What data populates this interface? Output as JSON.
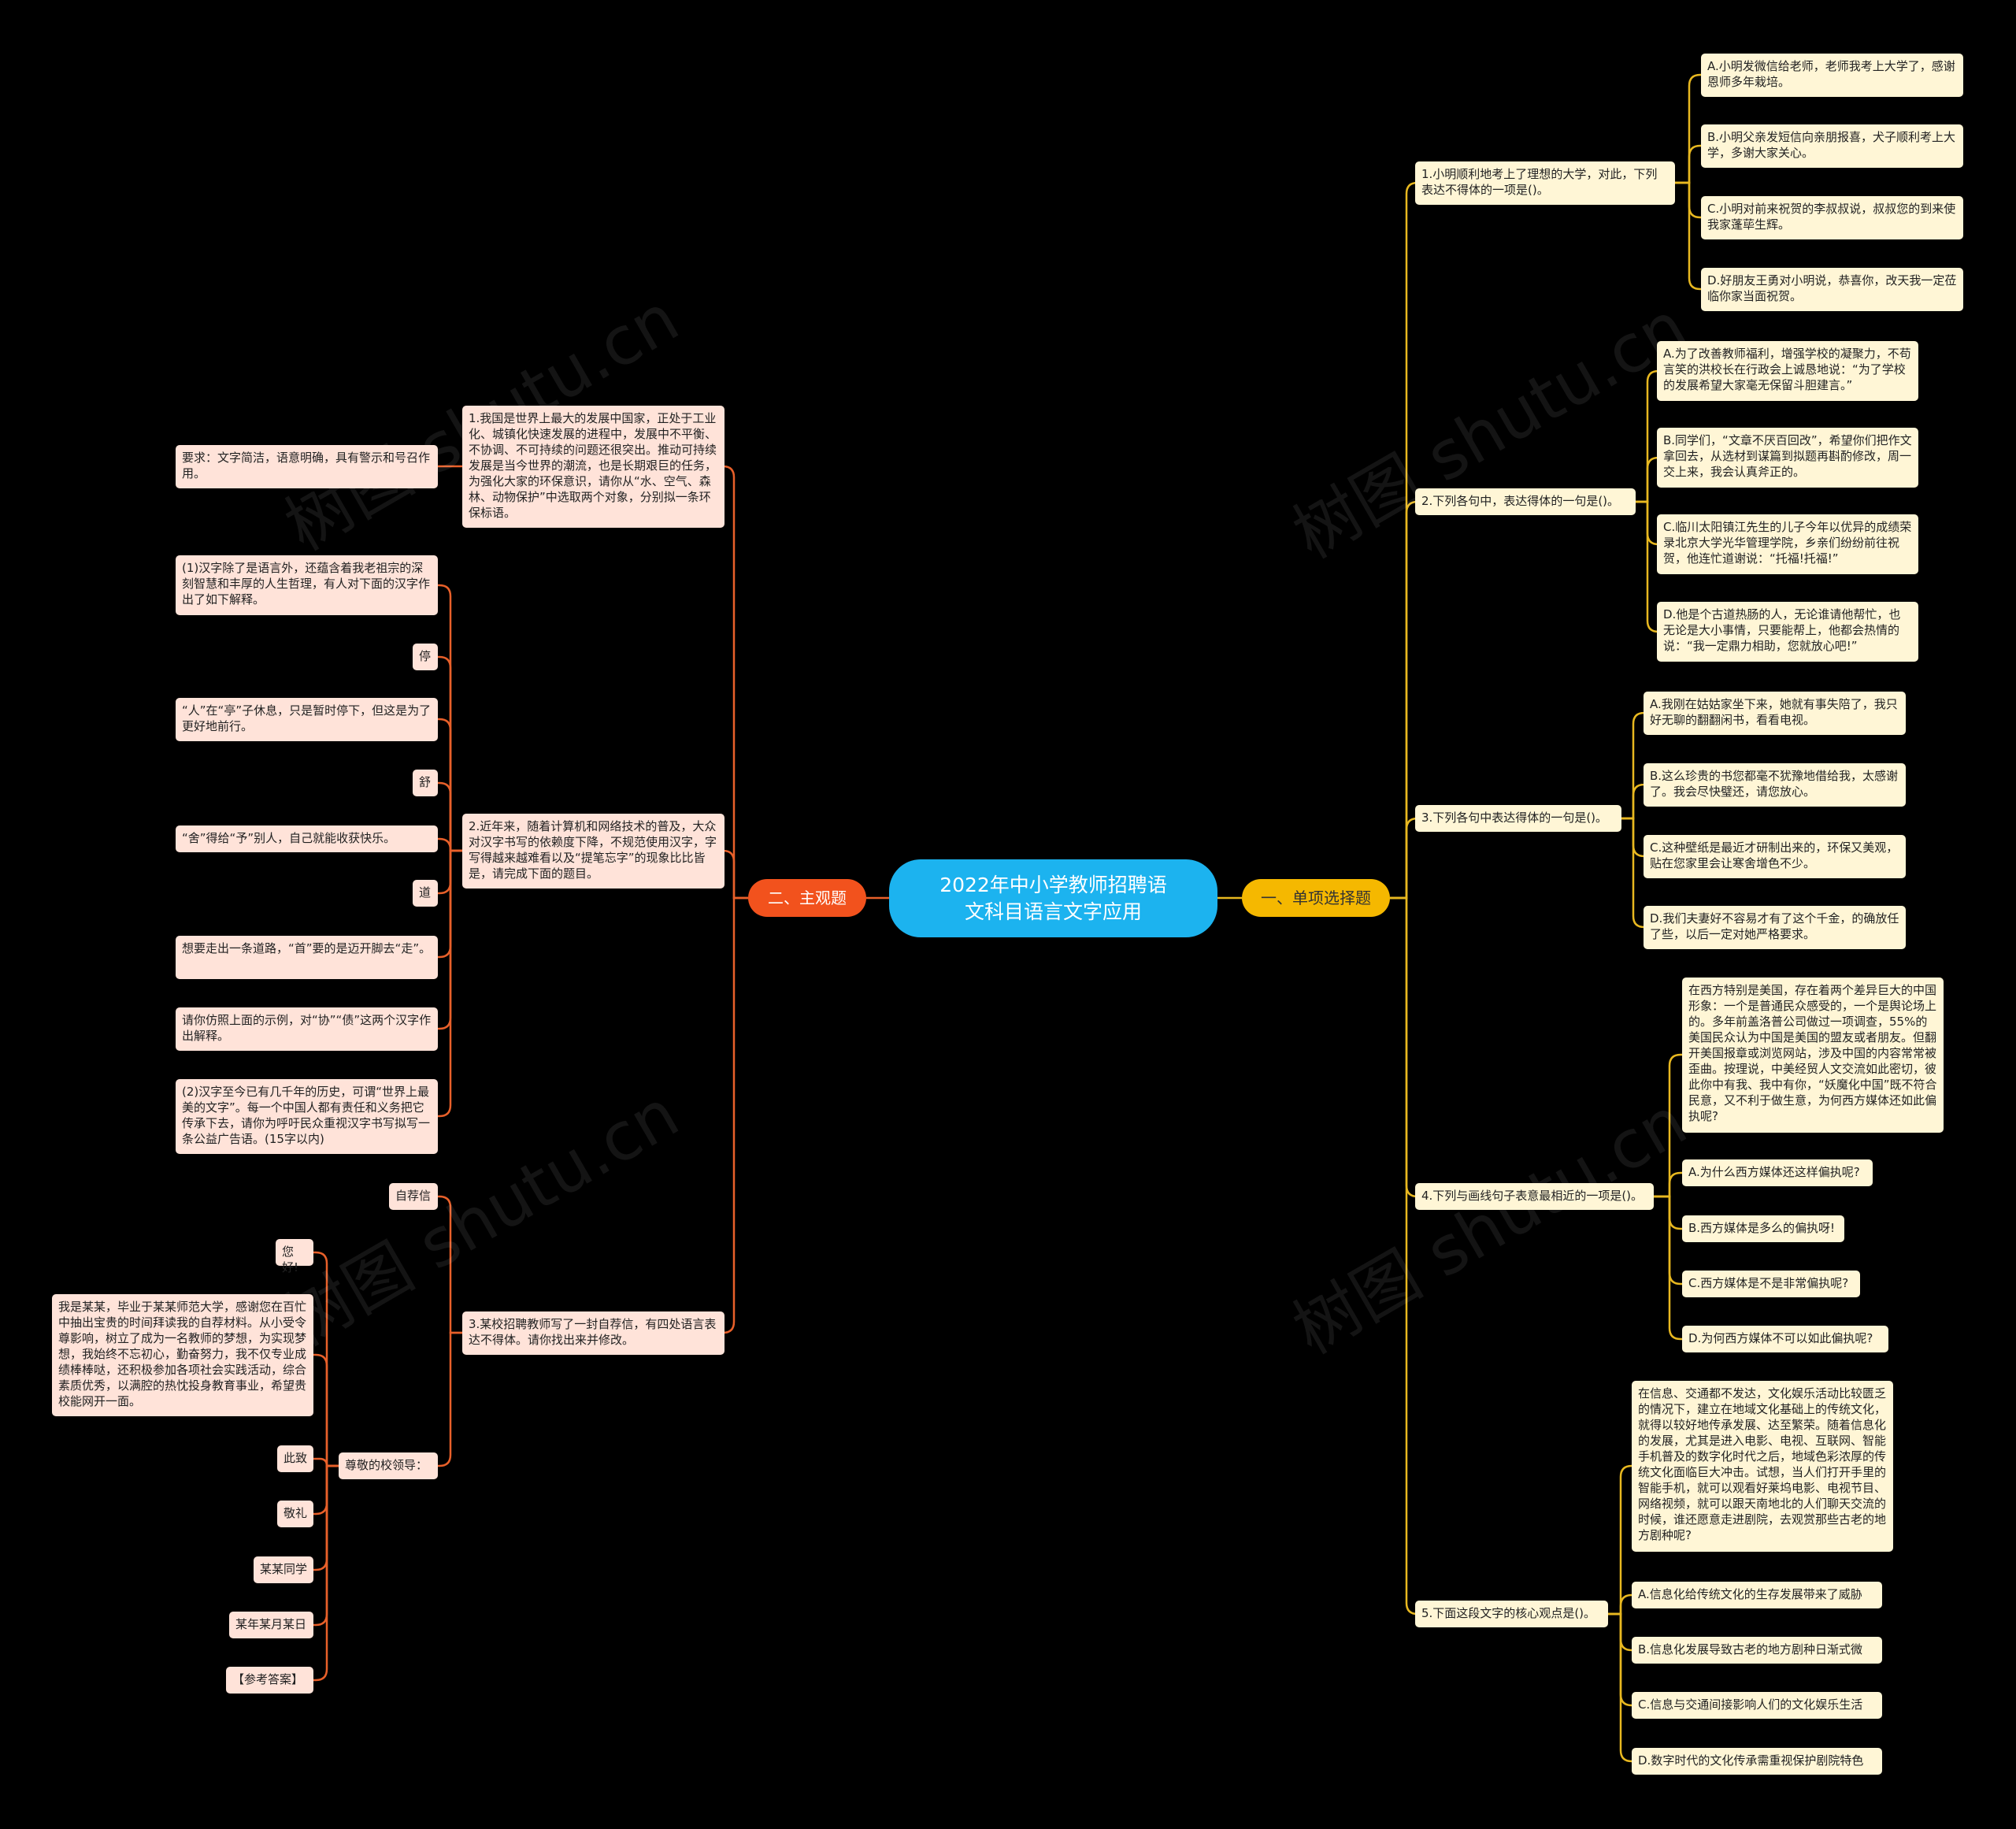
{
  "root": {
    "line1": "2022年中小学教师招聘语",
    "line2": "文科目语言文字应用"
  },
  "watermark": "树图 shutu.cn",
  "branches": {
    "left": "二、主观题",
    "right": "一、单项选择题"
  },
  "colors": {
    "root": "#1CB3EF",
    "left_branch": "#F2521D",
    "right_branch": "#F5B800",
    "left_link": "#E8602A",
    "right_link": "#E8B820",
    "left_node": "#FFE3D9",
    "right_node": "#FFF6D6"
  },
  "right": {
    "q1": {
      "text": "1.小明顺利地考上了理想的大学，对此，下列表达不得体的一项是()。",
      "options": [
        "A.小明发微信给老师，老师我考上大学了，感谢恩师多年栽培。",
        "B.小明父亲发短信向亲朋报喜，犬子顺利考上大学，多谢大家关心。",
        "C.小明对前来祝贺的李叔叔说，叔叔您的到来使我家蓬荜生辉。",
        "D.好朋友王勇对小明说，恭喜你，改天我一定莅临你家当面祝贺。"
      ]
    },
    "q2": {
      "text": "2.下列各句中，表达得体的一句是()。",
      "options": [
        "A.为了改善教师福利，增强学校的凝聚力，不苟言笑的洪校长在行政会上诚恳地说：“为了学校的发展希望大家毫无保留斗胆建言。”",
        "B.同学们，“文章不厌百回改”，希望你们把作文拿回去，从选材到谋篇到拟题再斟酌修改，周一交上来，我会认真斧正的。",
        "C.临川太阳镇江先生的儿子今年以优异的成绩荣录北京大学光华管理学院，乡亲们纷纷前往祝贺，他连忙道谢说：“托福!托福!”",
        "D.他是个古道热肠的人，无论谁请他帮忙，也无论是大小事情，只要能帮上，他都会热情的说：“我一定鼎力相助，您就放心吧!”"
      ]
    },
    "q3": {
      "text": "3.下列各句中表达得体的一句是()。",
      "options": [
        "A.我刚在姑姑家坐下来，她就有事失陪了，我只好无聊的翻翻闲书，看看电视。",
        "B.这么珍贵的书您都毫不犹豫地借给我，太感谢了。我会尽快璧还，请您放心。",
        "C.这种壁纸是最近才研制出来的，环保又美观，贴在您家里会让寒舍增色不少。",
        "D.我们夫妻好不容易才有了这个千金，的确放任了些，以后一定对她严格要求。"
      ]
    },
    "q4": {
      "text": "4.下列与画线句子表意最相近的一项是()。",
      "passage": "在西方特别是美国，存在着两个差异巨大的中国形象：一个是普通民众感受的，一个是舆论场上的。多年前盖洛普公司做过一项调查，55%的美国民众认为中国是美国的盟友或者朋友。但翻开美国报章或浏览网站，涉及中国的内容常常被歪曲。按理说，中美经贸人文交流如此密切，彼此你中有我、我中有你，“妖魔化中国”既不符合民意，又不利于做生意，为何西方媒体还如此偏执呢?",
      "options": [
        "A.为什么西方媒体还这样偏执呢?",
        "B.西方媒体是多么的偏执呀!",
        "C.西方媒体是不是非常偏执呢?",
        "D.为何西方媒体不可以如此偏执呢?"
      ]
    },
    "q5": {
      "text": "5.下面这段文字的核心观点是()。",
      "passage": "在信息、交通都不发达，文化娱乐活动比较匮乏的情况下，建立在地域文化基础上的传统文化，就得以较好地传承发展、达至繁荣。随着信息化的发展，尤其是进入电影、电视、互联网、智能手机普及的数字化时代之后，地域色彩浓厚的传统文化面临巨大冲击。试想，当人们打开手里的智能手机，就可以观看好莱坞电影、电视节目、网络视频，就可以跟天南地北的人们聊天交流的时候，谁还愿意走进剧院，去观赏那些古老的地方剧种呢?",
      "options": [
        "A.信息化给传统文化的生存发展带来了威胁",
        "B.信息化发展导致古老的地方剧种日渐式微",
        "C.信息与交通间接影响人们的文化娱乐生活",
        "D.数字时代的文化传承需重视保护剧院特色"
      ]
    }
  },
  "left": {
    "q1": {
      "text": "1.我国是世界上最大的发展中国家，正处于工业化、城镇化快速发展的进程中，发展中不平衡、不协调、不可持续的问题还很突出。推动可持续发展是当今世界的潮流，也是长期艰巨的任务，为强化大家的环保意识，请你从“水、空气、森林、动物保护”中选取两个对象，分别拟一条环保标语。",
      "req": "要求：文字简洁，语意明确，具有警示和号召作用。"
    },
    "q2": {
      "text": "2.近年来，随着计算机和网络技术的普及，大众对汉字书写的依赖度下降，不规范使用汉字，字写得越来越难看以及“提笔忘字”的现象比比皆是，请完成下面的题目。",
      "items": [
        "(1)汉字除了是语言外，还蕴含着我老祖宗的深刻智慧和丰厚的人生哲理，有人对下面的汉字作出了如下解释。",
        "停",
        "“人”在“亭”子休息，只是暂时停下，但这是为了更好地前行。",
        "舒",
        "“舍”得给“予”别人，自己就能收获快乐。",
        "道",
        "想要走出一条道路，“首”要的是迈开脚去“走”。",
        "请你仿照上面的示例，对“协”“债”这两个汉字作出解释。",
        "(2)汉字至今已有几千年的历史，可谓“世界上最美的文字”。每一个中国人都有责任和义务把它传承下去，请你为呼吁民众重视汉字书写拟写一条公益广告语。(15字以内)"
      ]
    },
    "q3": {
      "text": "3.某校招聘教师写了一封自荐信，有四处语言表达不得体。请你找出来并修改。",
      "title": "自荐信",
      "greeting": "尊敬的校领导：",
      "items": [
        "您好!",
        "我是某某，毕业于某某师范大学，感谢您在百忙中抽出宝贵的时间拜读我的自荐材料。从小受令尊影响，树立了成为一名教师的梦想，为实现梦想，我始终不忘初心，勤奋努力，我不仅专业成绩棒棒哒，还积极参加各项社会实践活动，综合素质优秀，以满腔的热忱投身教育事业，希望贵校能网开一面。",
        "此致",
        "敬礼",
        "某某同学",
        "某年某月某日",
        "【参考答案】"
      ]
    }
  }
}
